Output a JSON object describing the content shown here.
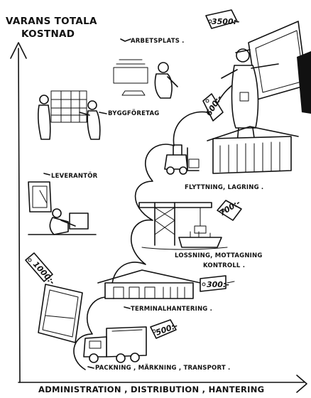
{
  "diagram": {
    "title_line1": "VARANS TOTALA",
    "title_line2": "KOSTNAD",
    "x_axis_label": "ADMINISTRATION , DISTRIBUTION , HANTERING",
    "stages": [
      {
        "label": "ARBETSPLATS .",
        "price": "3500:-"
      },
      {
        "label": "BYGGFÖRETAG",
        "price": ""
      },
      {
        "label": "FLYTTNING, LAGRING .",
        "price": "600:-"
      },
      {
        "label": "LEVERANTÖR",
        "price": ""
      },
      {
        "label": "LOSSNING, MOTTAGNING",
        "label2": "KONTROLL .",
        "price": "700:-"
      },
      {
        "label": "TERMINALHANTERING .",
        "price": "300:-"
      },
      {
        "label": "PACKNING , MÄRKNING , TRANSPORT .",
        "price": "500:-"
      },
      {
        "label": "",
        "price": "1000:-"
      }
    ]
  }
}
